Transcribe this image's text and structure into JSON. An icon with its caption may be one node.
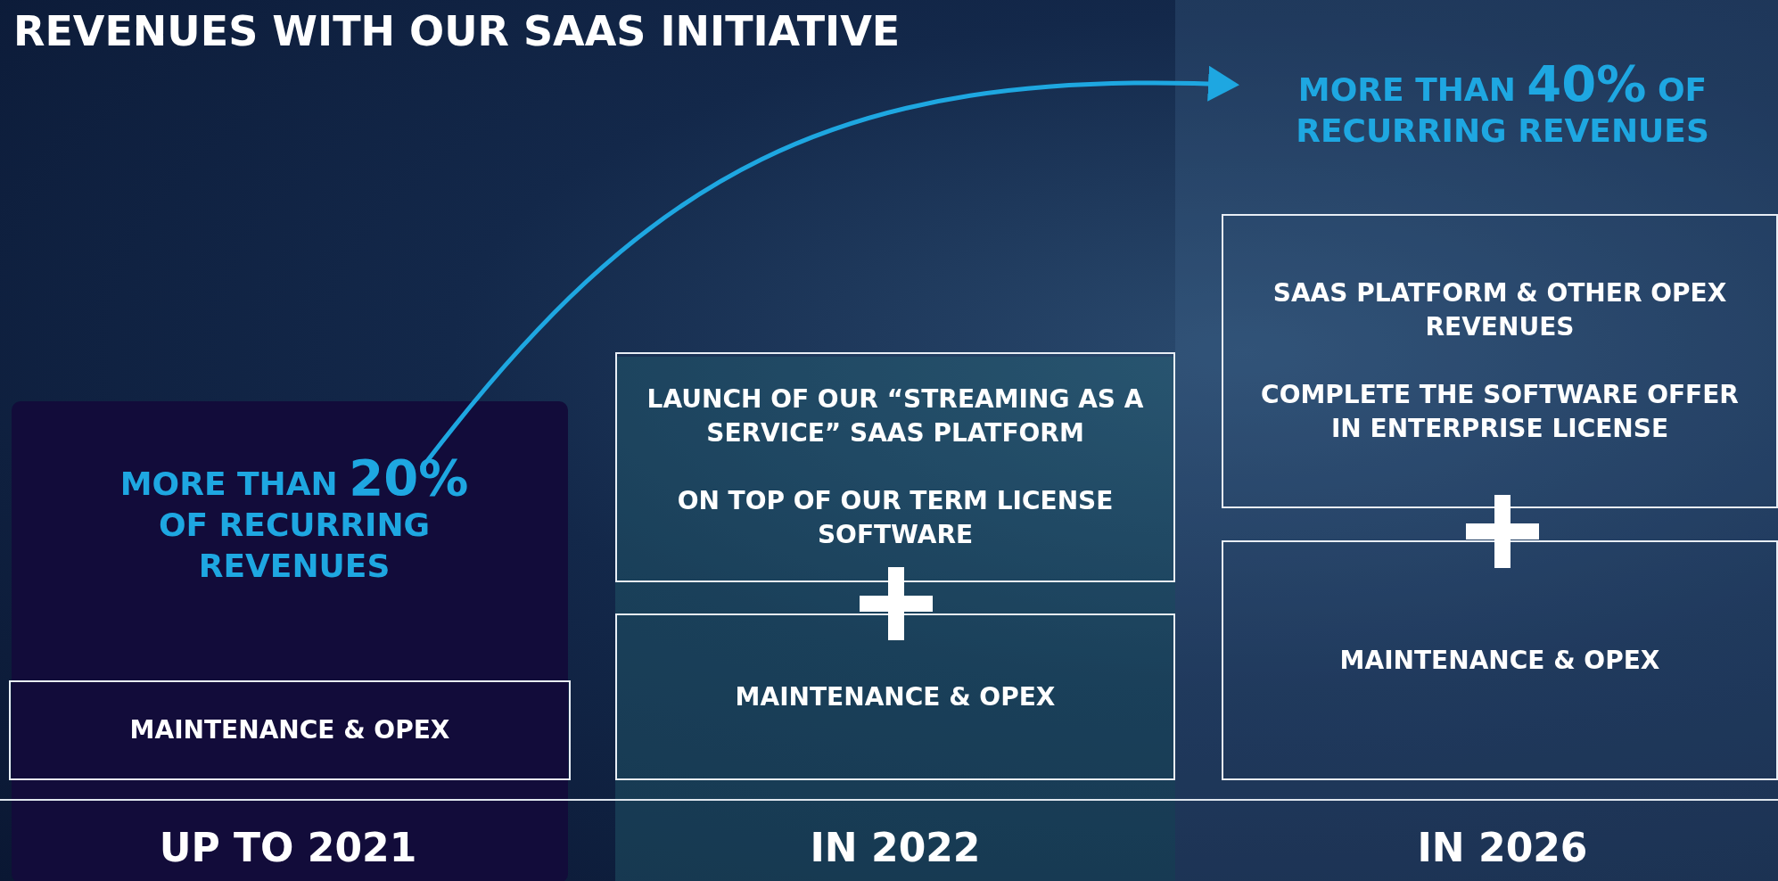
{
  "diagram": {
    "title": "REVENUES WITH OUR SAAS INITIATIVE",
    "nodes": [
      {
        "text": [
          "MORE THAN **20%** OF RECURRING REVENUES"
        ]
      },
      {
        "text": [
          "MAINTENANCE & OPEX"
        ]
      },
      {
        "text": [
          "LAUNCH OF OUR “STREAMING AS A SERVICE” SAAS PLATFORM",
          "ON TOP OF OUR TERM LICENSE SOFTWARE"
        ]
      },
      {
        "text": [
          "MAINTENANCE & OPEX"
        ]
      },
      {
        "text": [
          "MORE THAN **40%** OF RECURRING REVENUES"
        ]
      },
      {
        "text": [
          "SAAS PLATFORM & OTHER OPEX REVENUES",
          "COMPLETE THE SOFTWARE OFFER IN ENTERPRISE LICENSE"
        ]
      },
      {
        "text": [
          "MAINTENANCE & OPEX"
        ]
      }
    ],
    "edges": [
      {
        "from": 0,
        "to": 4,
        "arrow": "to"
      }
    ],
    "labels": [
      "UP TO 2021",
      "IN 2022",
      "IN 2026"
    ]
  }
}
